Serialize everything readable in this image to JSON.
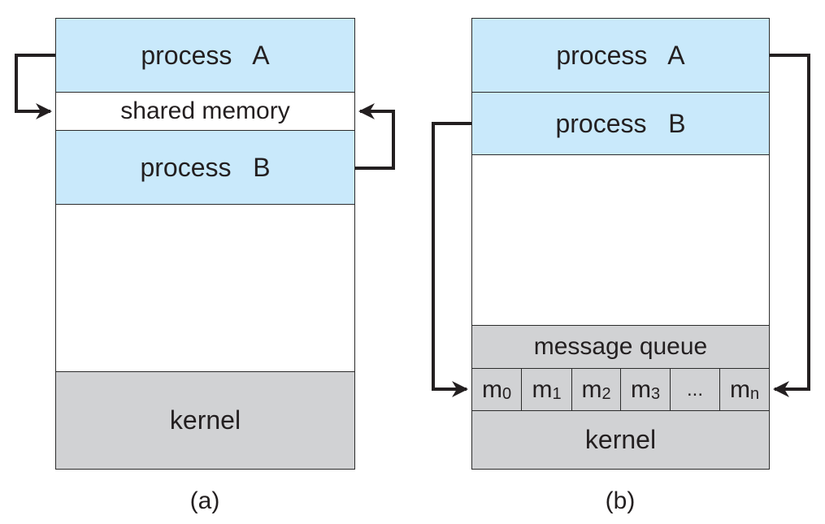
{
  "panel_a": {
    "process_a": "process   A",
    "shared_memory": "shared memory",
    "process_b": "process   B",
    "kernel": "kernel",
    "caption": "(a)"
  },
  "panel_b": {
    "process_a": "process   A",
    "process_b": "process   B",
    "message_queue": "message queue",
    "queue_cells": [
      {
        "base": "m",
        "sub": "0"
      },
      {
        "base": "m",
        "sub": "1"
      },
      {
        "base": "m",
        "sub": "2"
      },
      {
        "base": "m",
        "sub": "3"
      },
      {
        "base": "...",
        "sub": ""
      },
      {
        "base": "m",
        "sub": "n"
      }
    ],
    "kernel": "kernel",
    "caption": "(b)"
  },
  "colors": {
    "process_fill": "#c9e9fb",
    "kernel_fill": "#d1d2d4",
    "line": "#231f20"
  }
}
